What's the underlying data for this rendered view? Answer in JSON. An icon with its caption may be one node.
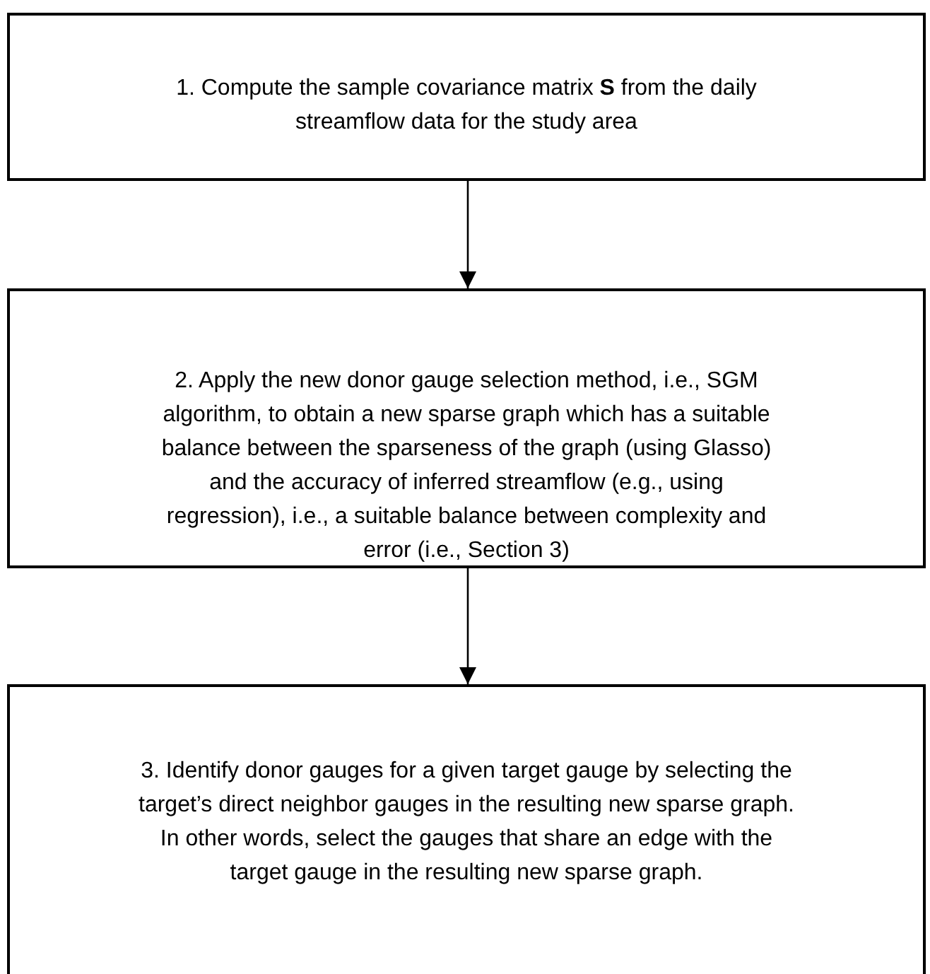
{
  "diagram": {
    "nodes": [
      {
        "text": [
          "1. Compute the sample covariance matrix **S** from the daily streamflow data for the study area"
        ]
      },
      {
        "text": [
          "2. Apply the new donor gauge selection method, i.e., SGM algorithm, to obtain a new sparse graph which has a suitable balance between the sparseness of the graph (using Glasso) and the accuracy of inferred streamflow (e.g., using regression), i.e., a suitable balance between complexity and error (i.e., Section 3)"
        ]
      },
      {
        "text": [
          "3. Identify donor gauges for a given target gauge by selecting the target’s direct neighbor gauges in the resulting new sparse graph. In other words, select the gauges that share an edge with the target gauge in the resulting new sparse graph."
        ]
      }
    ],
    "edges": [
      {
        "from": 0,
        "to": 1,
        "arrow": "to"
      },
      {
        "from": 1,
        "to": 2,
        "arrow": "to"
      }
    ]
  }
}
